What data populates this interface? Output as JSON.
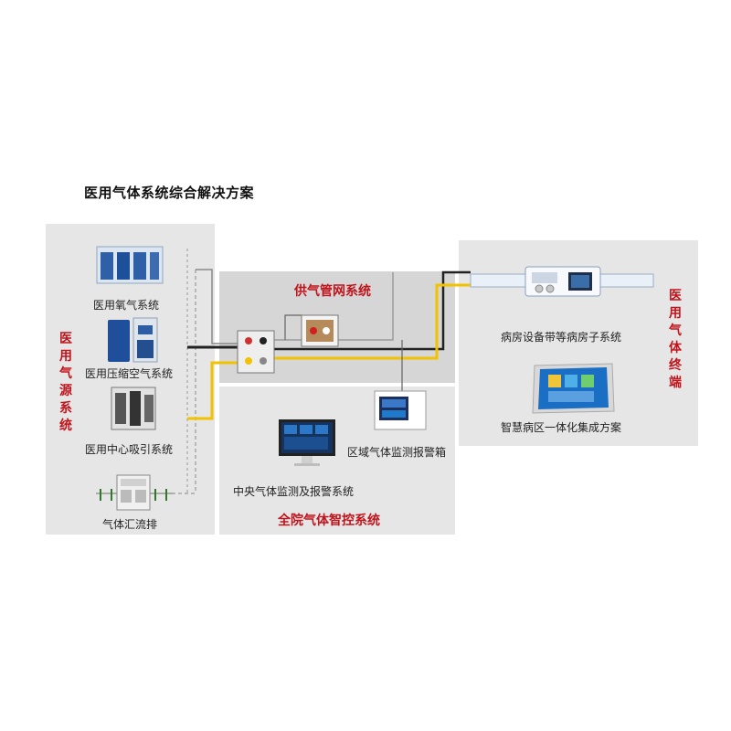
{
  "title": "医用气体系统综合解决方案",
  "left_section": {
    "heading_chars": [
      "医",
      "用",
      "气",
      "源",
      "系",
      "统"
    ],
    "items": [
      "医用氧气系统",
      "医用压缩空气系统",
      "医用中心吸引系统",
      "气体汇流排"
    ]
  },
  "middle_top": {
    "heading": "供气管网系统"
  },
  "middle_bottom": {
    "heading": "全院气体智控系统",
    "items": [
      "区域气体监测报警箱",
      "中央气体监测及报警系统"
    ]
  },
  "right_section": {
    "heading_chars": [
      "医",
      "用",
      "气",
      "体",
      "终",
      "端"
    ],
    "items": [
      "病房设备带等病房子系统",
      "智慧病区一体化集成方案"
    ]
  },
  "colors": {
    "accent_red": "#c0141c",
    "pipe_yellow": "#f2c200",
    "pipe_black": "#222222",
    "pipe_gray": "#9a9a9a",
    "panel": "#e6e6e6"
  }
}
